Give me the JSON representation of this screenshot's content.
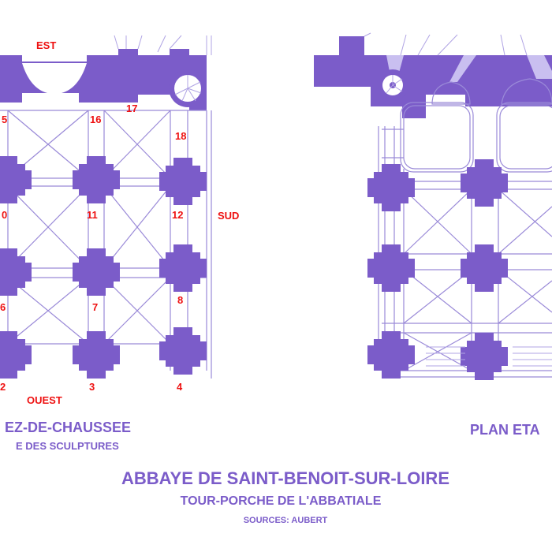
{
  "colors": {
    "plan": "#7b5cc9",
    "numbers": "#ee1111"
  },
  "left_plan": {
    "compass": {
      "east": "EST",
      "west": "OUEST",
      "south": "SUD"
    },
    "pier_numbers": [
      "5",
      "16",
      "17",
      "18",
      "0",
      "11",
      "12",
      "6",
      "7",
      "8",
      "2",
      "3",
      "4"
    ],
    "caption": "EZ-DE-CHAUSSEE",
    "subcaption": "E DES SCULPTURES"
  },
  "right_plan": {
    "caption": "PLAN ETA"
  },
  "footer": {
    "title": "ABBAYE DE SAINT-BENOIT-SUR-LOIRE",
    "subtitle": "TOUR-PORCHE DE L'ABBATIALE",
    "sources": "SOURCES: AUBERT"
  }
}
